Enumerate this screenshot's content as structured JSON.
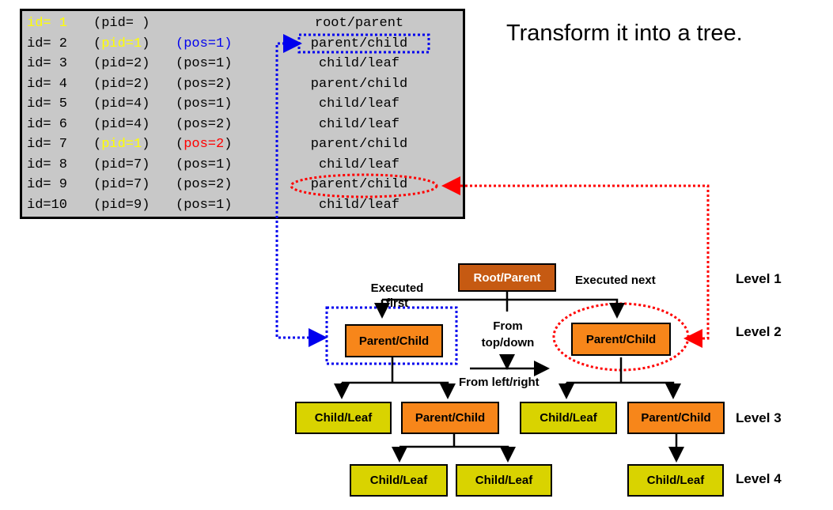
{
  "title": "Transform it into a tree.",
  "table_rows": [
    {
      "id": "id= 1",
      "pid": "(pid= )",
      "pos": "",
      "name": "root/parent"
    },
    {
      "id": "id= 2",
      "pid": "(pid=1)",
      "pos": "(pos=1)",
      "name": "parent/child"
    },
    {
      "id": "id= 3",
      "pid": "(pid=2)",
      "pos": "(pos=1)",
      "name": "child/leaf"
    },
    {
      "id": "id= 4",
      "pid": "(pid=2)",
      "pos": "(pos=2)",
      "name": "parent/child"
    },
    {
      "id": "id= 5",
      "pid": "(pid=4)",
      "pos": "(pos=1)",
      "name": "child/leaf"
    },
    {
      "id": "id= 6",
      "pid": "(pid=4)",
      "pos": "(pos=2)",
      "name": "child/leaf"
    },
    {
      "id": "id= 7",
      "pid": "(pid=1)",
      "pos": "(pos=2)",
      "name": "parent/child"
    },
    {
      "id": "id= 8",
      "pid": "(pid=7)",
      "pos": "(pos=1)",
      "name": "child/leaf"
    },
    {
      "id": "id= 9",
      "pid": "(pid=7)",
      "pos": "(pos=2)",
      "name": "parent/child"
    },
    {
      "id": "id=10",
      "pid": "(pid=9)",
      "pos": "(pos=1)",
      "name": "child/leaf"
    }
  ],
  "highlight_colors": {
    "yellow": "#ffff00",
    "blue": "#0000ee",
    "red": "#ff0000"
  },
  "tree": {
    "root": "Root/Parent",
    "parent_child": "Parent/Child",
    "child_leaf": "Child/Leaf"
  },
  "annotations": {
    "executed_first": "Executed\nfirst",
    "executed_next": "Executed next",
    "top_down": "From\ntop/down",
    "left_right": "From left/right"
  },
  "levels": [
    "Level 1",
    "Level 2",
    "Level 3",
    "Level 4"
  ],
  "colors": {
    "table_bg": "#c8c8c8",
    "root_node": "#c65a12",
    "parent_node": "#f7861a",
    "leaf_node": "#d9d300"
  }
}
